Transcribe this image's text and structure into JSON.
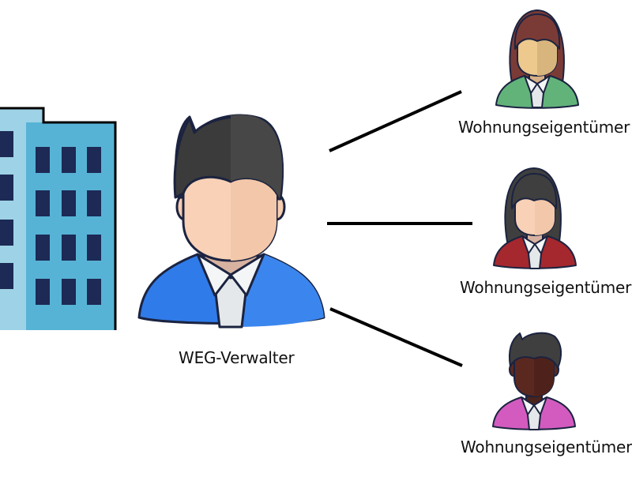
{
  "diagram": {
    "manager": {
      "label": "WEG-Verwalter",
      "icon": "man-avatar-icon"
    },
    "building": {
      "icon": "apartment-building-icon"
    },
    "owners": [
      {
        "label": "Wohnungseigentümer",
        "icon": "woman-avatar-icon",
        "hair_color": "#7a3b36",
        "shirt_color": "#62b37a"
      },
      {
        "label": "Wohnungseigentümer",
        "icon": "woman-avatar-icon",
        "hair_color": "#3f3f3f",
        "shirt_color": "#a5282e"
      },
      {
        "label": "Wohnungseigentümer",
        "icon": "man-avatar-icon",
        "hair_color": "#3f3f3f",
        "shirt_color": "#d35bbf"
      }
    ],
    "colors": {
      "line": "#000000",
      "manager_shirt": "#2f7be9",
      "building_light": "#9ed2e6",
      "building_main": "#57b3d6",
      "window": "#1c2a55"
    }
  }
}
